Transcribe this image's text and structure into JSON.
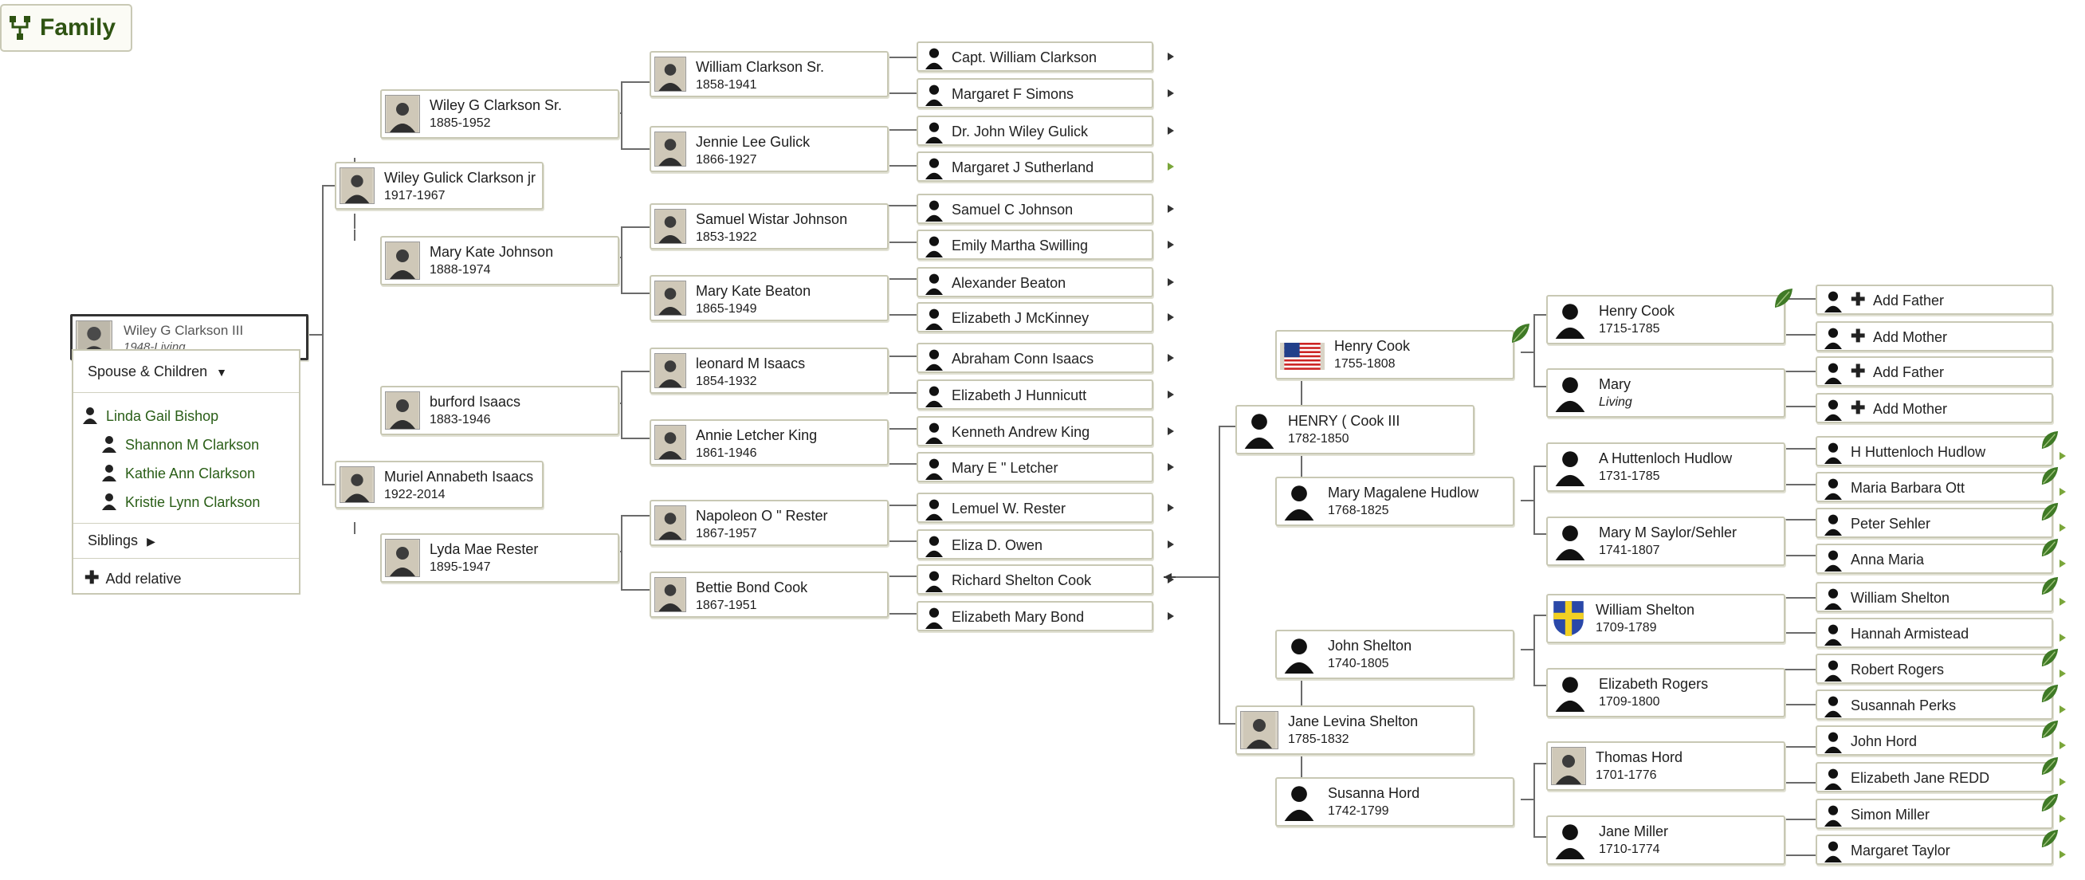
{
  "header": {
    "title": "Family",
    "icon": "family-tree-icon"
  },
  "colors": {
    "accent": "#2e5312",
    "border": "#c8c8b4",
    "link": "#2a5e17",
    "leaf": "#3f7a26"
  },
  "self": {
    "name": "Wiley G Clarkson III",
    "dates": "1948-Living"
  },
  "panel": {
    "spouse_label": "Spouse & Children",
    "spouse": "Linda Gail Bishop",
    "children": [
      "Shannon M Clarkson",
      "Kathie Ann Clarkson",
      "Kristie Lynn Clarkson"
    ],
    "siblings_label": "Siblings",
    "add_relative": "Add relative"
  },
  "persons": [
    {
      "name": "Wiley Gulick Clarkson jr",
      "dates": "1917-1967"
    },
    {
      "name": "Muriel Annabeth Isaacs",
      "dates": "1922-2014"
    },
    {
      "name": "Wiley G Clarkson Sr.",
      "dates": "1885-1952"
    },
    {
      "name": "Mary Kate Johnson",
      "dates": "1888-1974"
    },
    {
      "name": "burford Isaacs",
      "dates": "1883-1946"
    },
    {
      "name": "Lyda Mae Rester",
      "dates": "1895-1947"
    },
    {
      "name": "William Clarkson Sr.",
      "dates": "1858-1941"
    },
    {
      "name": "Jennie Lee Gulick",
      "dates": "1866-1927"
    },
    {
      "name": "Samuel Wistar Johnson",
      "dates": "1853-1922"
    },
    {
      "name": "Mary Kate Beaton",
      "dates": "1865-1949"
    },
    {
      "name": "leonard M Isaacs",
      "dates": "1854-1932"
    },
    {
      "name": "Annie Letcher King",
      "dates": "1861-1946"
    },
    {
      "name": "Napoleon O \" Rester",
      "dates": "1867-1957"
    },
    {
      "name": "Bettie Bond Cook",
      "dates": "1867-1951"
    },
    {
      "name": "Henry Cook",
      "dates": "1755-1808"
    },
    {
      "name": "HENRY ( Cook III",
      "dates": "1782-1850"
    },
    {
      "name": "Mary Magalene Hudlow",
      "dates": "1768-1825"
    },
    {
      "name": "John Shelton",
      "dates": "1740-1805"
    },
    {
      "name": "Jane Levina Shelton",
      "dates": "1785-1832"
    },
    {
      "name": "Susanna Hord",
      "dates": "1742-1799"
    },
    {
      "name": "Henry Cook",
      "dates": "1715-1785"
    },
    {
      "name": "Mary",
      "dates": "Living"
    },
    {
      "name": "A Huttenloch Hudlow",
      "dates": "1731-1785"
    },
    {
      "name": "Mary M Saylor/Sehler",
      "dates": "1741-1807"
    },
    {
      "name": "William Shelton",
      "dates": "1709-1789"
    },
    {
      "name": "Elizabeth Rogers",
      "dates": "1709-1800"
    },
    {
      "name": "Thomas Hord",
      "dates": "1701-1776"
    },
    {
      "name": "Jane Miller",
      "dates": "1710-1774"
    }
  ],
  "small": [
    "Capt. William Clarkson",
    "Margaret F Simons",
    "Dr. John Wiley Gulick",
    "Margaret J Sutherland",
    "Samuel C Johnson",
    "Emily Martha Swilling",
    "Alexander Beaton",
    "Elizabeth J McKinney",
    "Abraham Conn Isaacs",
    "Elizabeth J Hunnicutt",
    "Kenneth Andrew King",
    "Mary E \" Letcher",
    "Lemuel W. Rester",
    "Eliza D. Owen",
    "Richard Shelton Cook",
    "Elizabeth Mary Bond",
    "Add Father",
    "Add Mother",
    "Add Father",
    "Add Mother",
    "H Huttenloch Hudlow",
    "Maria Barbara Ott",
    "Peter Sehler",
    "Anna Maria",
    "William Shelton",
    "Hannah Armistead",
    "Robert Rogers",
    "Susannah Perks",
    "John Hord",
    "Elizabeth Jane REDD",
    "Simon Miller",
    "Margaret Taylor"
  ]
}
